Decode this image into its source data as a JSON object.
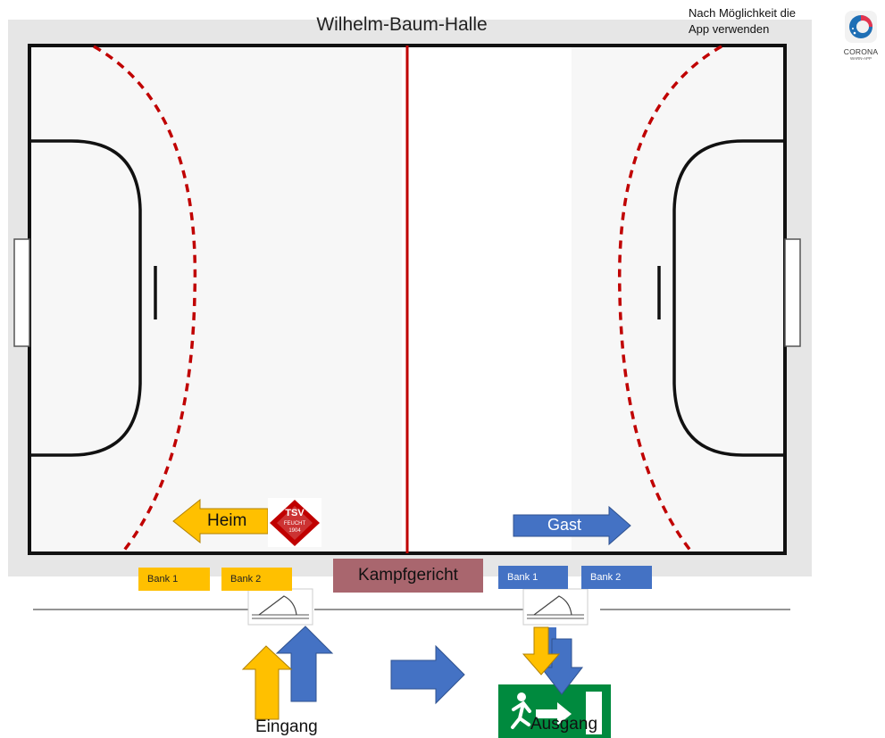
{
  "hall": {
    "title": "Wilhelm-Baum-Halle",
    "hint_line1": "Nach Möglichkeit die",
    "hint_line2": "App verwenden"
  },
  "app_logo": {
    "name_line1": "CORONA",
    "name_line2": "WARN-APP",
    "icon": "corona-warn-app-icon"
  },
  "teams": {
    "home_label": "Heim",
    "guest_label": "Gast",
    "home_color": "#ffc000",
    "guest_color": "#4472c4"
  },
  "club_logo": {
    "text_top": "TSV",
    "text_bottom": "FEUCHT",
    "year": "1904",
    "color": "#c00000"
  },
  "benches": {
    "home": [
      "Bank 1",
      "Bank 2"
    ],
    "guest": [
      "Bank 1",
      "Bank 2"
    ]
  },
  "officials": {
    "label": "Kampfgericht",
    "color": "#a9666e"
  },
  "doors": {
    "entrance_label": "Eingang",
    "exit_label": "Ausgang",
    "exit_sign_color": "#008a3e"
  },
  "court": {
    "line_color": "#111111",
    "center_line_color": "#c00000",
    "free_throw_line_color": "#c00000"
  }
}
